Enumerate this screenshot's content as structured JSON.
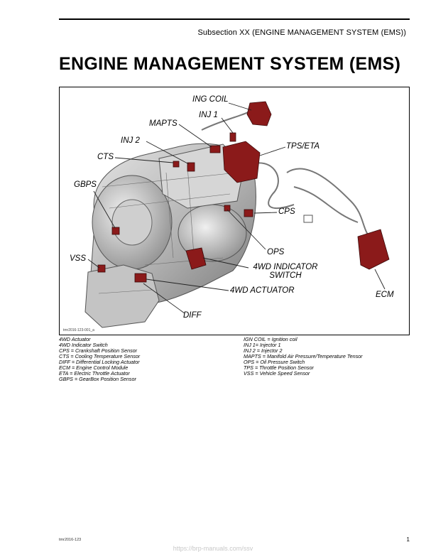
{
  "header": {
    "subsection": "Subsection XX (ENGINE MANAGEMENT SYSTEM (EMS))",
    "title": "ENGINE MANAGEMENT SYSTEM (EMS)"
  },
  "figure": {
    "ref": "tmr2016-123-001_a",
    "labels": {
      "ing_coil": "ING COIL",
      "inj1": "INJ 1",
      "mapts": "MAPTS",
      "inj2": "INJ 2",
      "tps_eta": "TPS/ETA",
      "cts": "CTS",
      "gbps": "GBPS",
      "cps": "CPS",
      "ops": "OPS",
      "vss": "VSS",
      "indicator_4wd_line1": "4WD INDICATOR",
      "indicator_4wd_line2": "SWITCH",
      "actuator_4wd": "4WD ACTUATOR",
      "ecm": "ECM",
      "diff": "DIFF"
    }
  },
  "legend": {
    "left": [
      "4WD Actuator",
      "4WD Indicator Switch",
      "CPS = Crankshaft Position Sensor",
      "CTS = Cooling Temperature Sensor",
      "DIFF = Differential Locking Actuator",
      "ECM = Engine Control Module",
      "ETA = Electric Throttle Actuator",
      "GBPS = GearBox Position Sensor"
    ],
    "right": [
      "IGN COIL = Ignition coil",
      "INJ 1= Injector 1",
      "INJ 2 = Injector 2",
      "MAPTS = Manifold Air Pressure/Temperature Tensor",
      "OPS = Oil Pressure Switch",
      "TPS = Throttle Position Sensor",
      "VSS = Vehicle Speed Sensor"
    ]
  },
  "footer": {
    "ref": "tmr2016-123",
    "page": "1",
    "url": "https://brp-manuals.com/ssv"
  },
  "colors": {
    "component_red": "#8b1a1a",
    "engine_gray": "#bdbdbd"
  }
}
